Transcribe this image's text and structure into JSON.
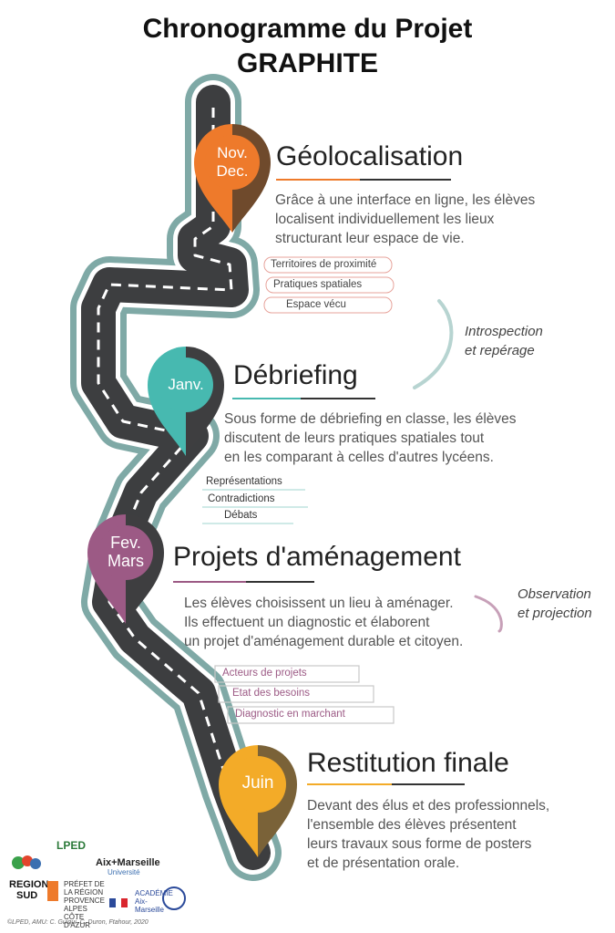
{
  "title": {
    "line1": "Chronogramme du Projet",
    "line2": "GRAPHITE"
  },
  "colors": {
    "road": "#3d3e40",
    "border": "#7fa9a6",
    "orange": "#ee7a2b",
    "brown": "#6f4a2c",
    "teal": "#47b9b0",
    "dark": "#3e3e40",
    "purple": "#9c5a85",
    "yellow": "#f3ab28",
    "olive": "#7a6238"
  },
  "stages": [
    {
      "date_line1": "Nov.",
      "date_line2": "Dec.",
      "heading": "Géolocalisation",
      "desc": [
        "Grâce à une interface en ligne, les élèves",
        "localisent individuellement les lieux",
        "structurant leur espace de vie."
      ],
      "tags": [
        "Territoires de proximité",
        "Pratiques spatiales",
        "Espace vécu"
      ]
    },
    {
      "date_line1": "Janv.",
      "date_line2": "",
      "heading": "Débriefing",
      "desc": [
        "Sous forme de débriefing en classe, les élèves",
        "discutent de leurs pratiques spatiales tout",
        "en les comparant à celles d'autres lycéens."
      ],
      "tags": [
        "Représentations",
        "Contradictions",
        "Débats"
      ]
    },
    {
      "date_line1": "Fev.",
      "date_line2": "Mars",
      "heading": "Projets d'aménagement",
      "desc": [
        "Les élèves choisissent un lieu à aménager.",
        "Ils effectuent un diagnostic et élaborent",
        "un projet d'aménagement durable et citoyen."
      ],
      "tags": [
        "Acteurs de projets",
        "Etat des besoins",
        "Diagnostic en marchant"
      ]
    },
    {
      "date_line1": "Juin",
      "date_line2": "",
      "heading": "Restitution finale",
      "desc": [
        "Devant des élus et des professionnels,",
        "l'ensemble des élèves présentent",
        "leurs travaux sous forme de posters",
        "et de présentation orale."
      ],
      "tags": []
    }
  ],
  "phases": [
    {
      "line1": "Introspection",
      "line2": "et repérage"
    },
    {
      "line1": "Observation",
      "line2": "et projection"
    }
  ],
  "logos": {
    "lped": "LPED",
    "aix": "Aix+Marseille",
    "aix_sub": "Université",
    "region_line1": "REGION",
    "region_line2": "SUD",
    "prefecture": "PRÉFET DE LA RÉGION PROVENCE ALPES CÔTE D'AZUR",
    "academie": "ACADÉMIE Aix-Marseille"
  },
  "credits": "©LPED, AMU: C. Guigui, C. Duron, Ftahour, 2020"
}
